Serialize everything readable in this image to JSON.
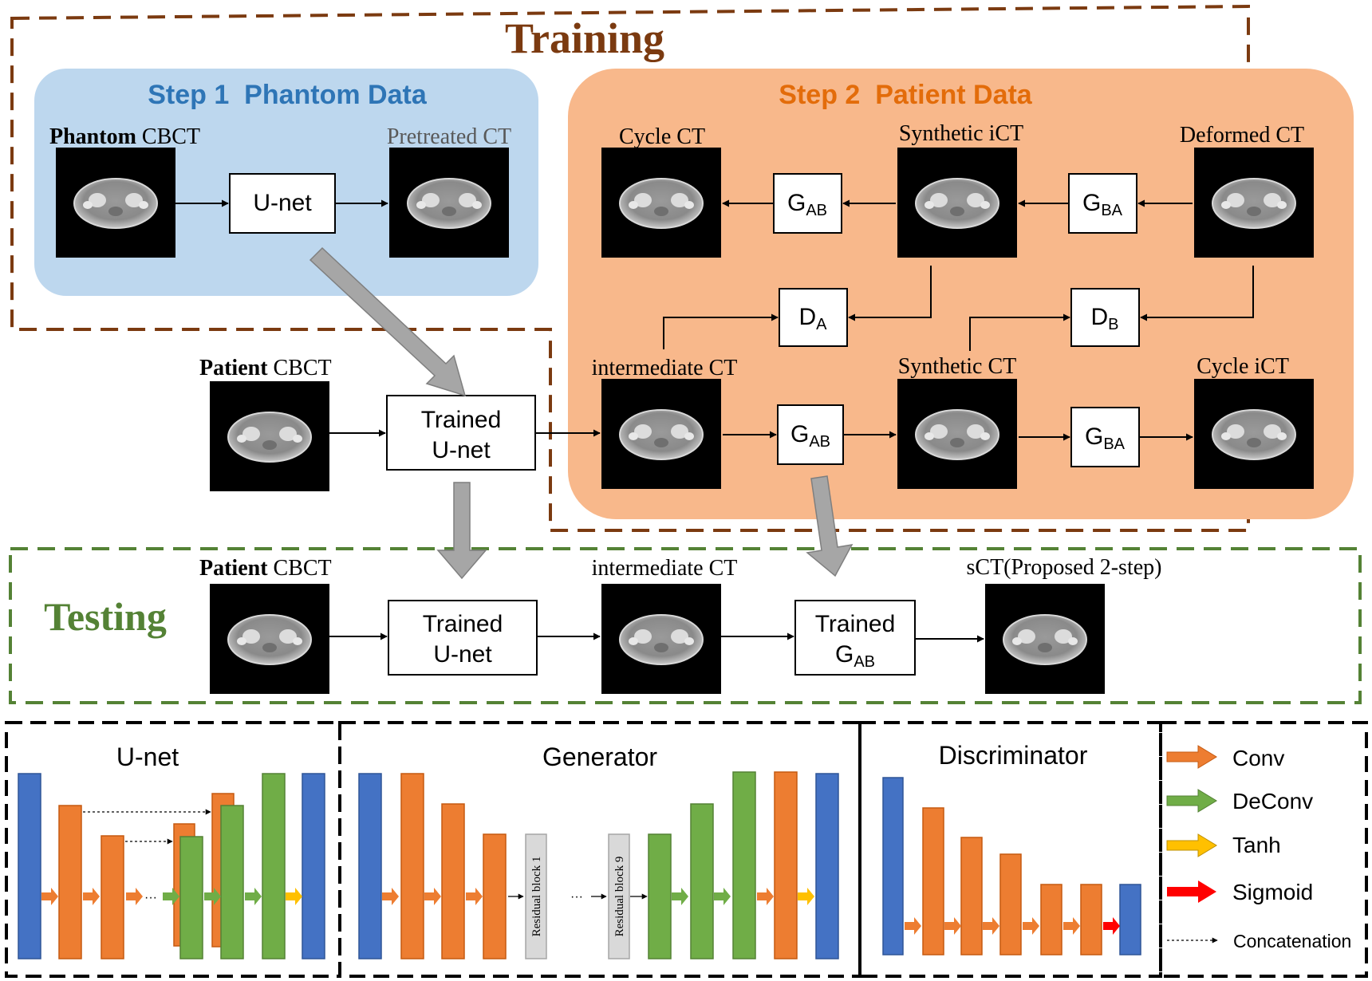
{
  "training": {
    "title": "Training"
  },
  "testing": {
    "title": "Testing"
  },
  "step1": {
    "title": "Step 1  Phantom Data",
    "phantom_bold": "Phantom",
    "phantom_rest": " CBCT",
    "pretreated": "Pretreated CT",
    "unet": "U-net"
  },
  "step2": {
    "title": "Step 2  Patient Data",
    "cycle_ct": "Cycle CT",
    "synthetic_ict": "Synthetic iCT",
    "deformed_ct": "Deformed CT",
    "intermediate_ct": "intermediate CT",
    "synthetic_ct": "Synthetic CT",
    "cycle_ict": "Cycle iCT",
    "g": "G",
    "d": "D",
    "ab": "AB",
    "ba": "BA",
    "a": "A",
    "b": "B"
  },
  "middle": {
    "patient_bold": "Patient",
    "patient_rest": " CBCT",
    "trained": "Trained",
    "unet": "U-net"
  },
  "test_row": {
    "patient_bold": "Patient",
    "patient_rest": " CBCT",
    "trained": "Trained",
    "unet": "U-net",
    "intermediate_ct": "intermediate CT",
    "g": "G",
    "ab": "AB",
    "sct": "sCT(Proposed 2-step)"
  },
  "arch": {
    "unet": "U-net",
    "generator": "Generator",
    "discriminator": "Discriminator",
    "res1": "Residual block 1",
    "res9": "Residual block 9",
    "dots": "···"
  },
  "legend": {
    "conv": "Conv",
    "deconv": "DeConv",
    "tanh": "Tanh",
    "sigmoid": "Sigmoid",
    "concat": "Concatenation"
  },
  "colors": {
    "training_border": "#7B3A10",
    "testing_border": "#548235",
    "step1_bg": "#BDD7EE",
    "step1_title": "#2E75B6",
    "step2_bg": "#F8B88B",
    "step2_title": "#E36C0A",
    "conv": "#ED7D31",
    "deconv": "#70AD47",
    "tanh": "#FFC000",
    "sigmoid": "#FF0000",
    "blue": "#4472C4"
  }
}
